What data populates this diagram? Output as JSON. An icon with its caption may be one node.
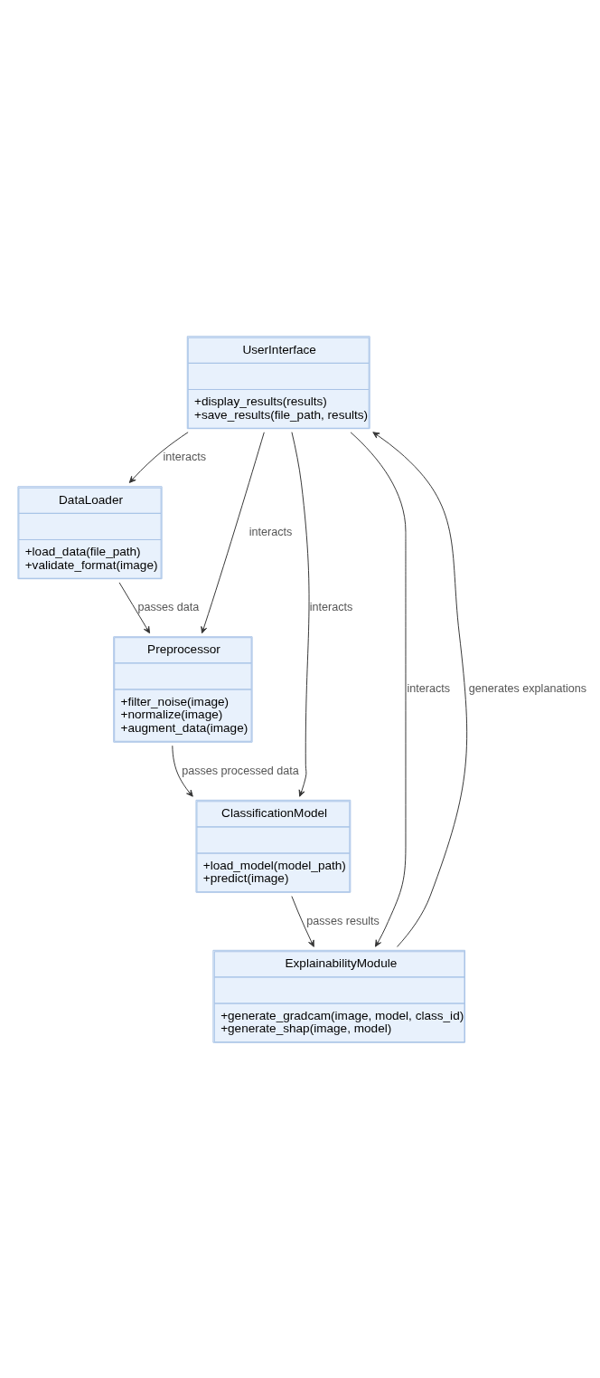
{
  "diagram": {
    "nodes": [
      {
        "text": [
          "UserInterface",
          "+display_results(results)",
          "+save_results(file_path, results)"
        ]
      },
      {
        "text": [
          "DataLoader",
          "+load_data(file_path)",
          "+validate_format(image)"
        ]
      },
      {
        "text": [
          "Preprocessor",
          "+filter_noise(image)",
          "+normalize(image)",
          "+augment_data(image)"
        ]
      },
      {
        "text": [
          "ClassificationModel",
          "+load_model(model_path)",
          "+predict(image)"
        ]
      },
      {
        "text": [
          "ExplainabilityModule",
          "+generate_gradcam(image, model, class_id)",
          "+generate_shap(image, model)"
        ]
      }
    ],
    "edges": [
      {
        "from": 0,
        "to": 1,
        "arrow": "to",
        "label": "interacts"
      },
      {
        "from": 0,
        "to": 2,
        "arrow": "to",
        "label": "interacts"
      },
      {
        "from": 0,
        "to": 3,
        "arrow": "to",
        "label": "interacts"
      },
      {
        "from": 0,
        "to": 4,
        "arrow": "to",
        "label": "interacts"
      },
      {
        "from": 1,
        "to": 2,
        "arrow": "to",
        "label": "passes data"
      },
      {
        "from": 2,
        "to": 3,
        "arrow": "to",
        "label": "passes processed data"
      },
      {
        "from": 3,
        "to": 4,
        "arrow": "to",
        "label": "passes results"
      },
      {
        "from": 4,
        "to": 0,
        "arrow": "to",
        "label": "generates explanations"
      }
    ]
  }
}
